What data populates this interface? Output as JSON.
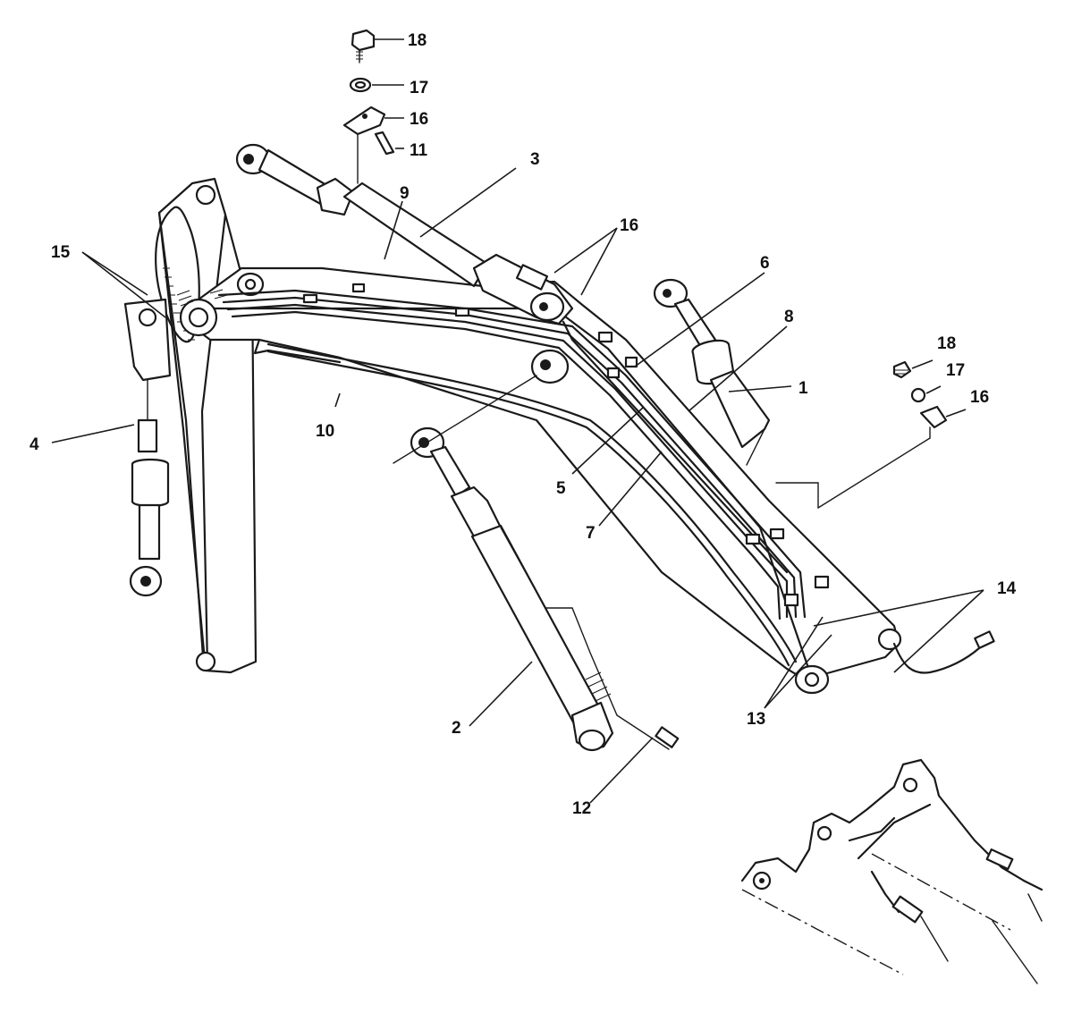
{
  "callouts": {
    "c1": "1",
    "c2": "2",
    "c3": "3",
    "c4": "4",
    "c5": "5",
    "c6": "6",
    "c7": "7",
    "c8": "8",
    "c9": "9",
    "c10": "10",
    "c11": "11",
    "c12": "12",
    "c13": "13",
    "c14": "14",
    "c15": "15",
    "c16_top": "16",
    "c16_mid": "16",
    "c16_right": "16",
    "c17_top": "17",
    "c17_right": "17",
    "c18_top": "18",
    "c18_right": "18"
  }
}
